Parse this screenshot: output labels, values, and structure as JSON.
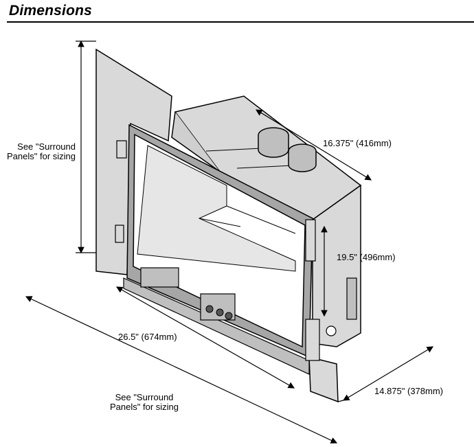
{
  "title": "Dimensions",
  "labels": {
    "surround_top_line1": "See \"Surround",
    "surround_top_line2": "Panels\" for sizing",
    "depth_top": "16.375\" (416mm)",
    "height": "19.5\" (496mm)",
    "width": "26.5\" (674mm)",
    "surround_bottom_line1": "See \"Surround",
    "surround_bottom_line2": "Panels\" for sizing",
    "depth_bottom": "14.875\" (378mm)"
  },
  "colors": {
    "panel": "#d9d9d9",
    "panel_dark": "#bfbfbf",
    "line": "#000000",
    "frame": "#a6a6a6",
    "interior": "#e6e6e6"
  }
}
